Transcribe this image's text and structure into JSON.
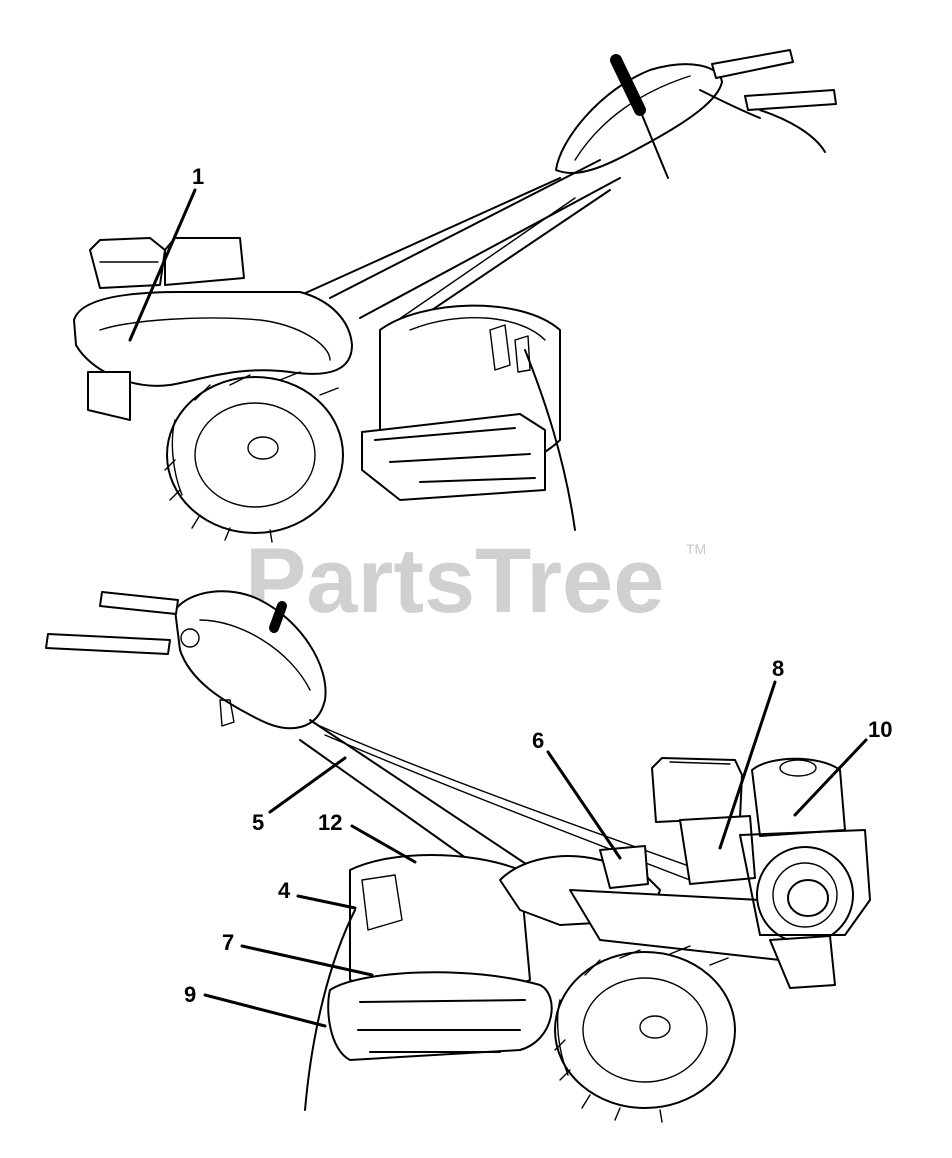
{
  "watermark": {
    "text": "PartsTree",
    "trademark": "TM",
    "color": "#d0d0d0"
  },
  "callouts": [
    {
      "id": "1",
      "label": "1"
    },
    {
      "id": "4",
      "label": "4"
    },
    {
      "id": "5",
      "label": "5"
    },
    {
      "id": "6",
      "label": "6"
    },
    {
      "id": "7",
      "label": "7"
    },
    {
      "id": "8",
      "label": "8"
    },
    {
      "id": "9",
      "label": "9"
    },
    {
      "id": "10",
      "label": "10"
    },
    {
      "id": "12",
      "label": "12"
    }
  ]
}
